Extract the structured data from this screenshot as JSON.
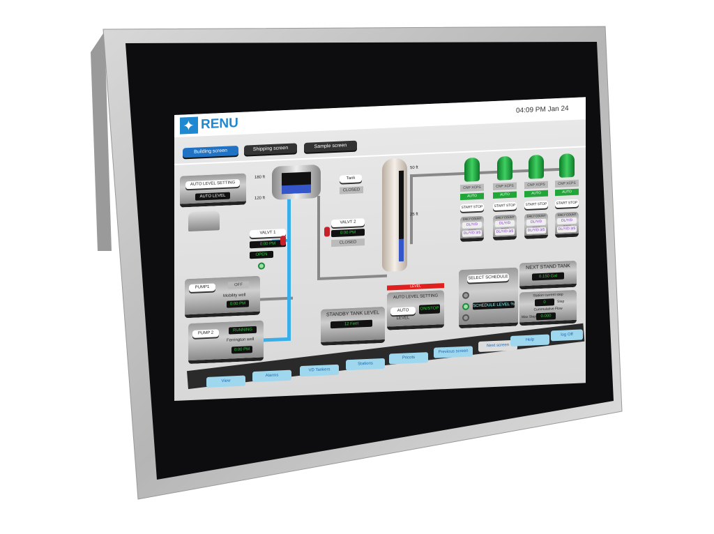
{
  "header": {
    "brand": "RENU",
    "datetime": "04:09 PM Jan 24"
  },
  "tabs": [
    {
      "label": "Building screen",
      "active": true
    },
    {
      "label": "Shipping screen"
    },
    {
      "label": "Sample screen"
    }
  ],
  "auto_level": {
    "button": "AUTO LEVEL SETTING",
    "mode": "AUTO LEVEL"
  },
  "tank": {
    "label": "Tank",
    "status": "CLOSED",
    "scale_top": "180 ft",
    "scale_bottom": "120 ft",
    "level_pct": 40
  },
  "column": {
    "scale_top": "50 ft",
    "scale_mid": "25 ft",
    "level_pct": 25
  },
  "pumps_cp": [
    {
      "name": "CNP XCPS",
      "mode": "AUTO",
      "control": "START STOP",
      "count": "DAILY COUNT",
      "v1": "DL/Y/D 0002",
      "v2": "DL/Y/D 3/5"
    },
    {
      "name": "CNP XCPS",
      "mode": "AUTO",
      "control": "START STOP",
      "count": "DAILY COUNT",
      "v1": "DL/Y/D 0002",
      "v2": "DL/Y/D 3/5"
    },
    {
      "name": "CNP XCPS",
      "mode": "AUTO",
      "control": "START STOP",
      "count": "DAILY COUNT",
      "v1": "DL/Y/D 0002",
      "v2": "DL/Y/D 3/5"
    },
    {
      "name": "CNP XCPS",
      "mode": "AUTO",
      "control": "START STOP",
      "count": "DAILY COUNT",
      "v1": "DL/Y/D 0002",
      "v2": "DL/Y/D 3/5"
    }
  ],
  "valve1": {
    "label": "VALVT 1",
    "time": "0:00 PM",
    "status": "OPEN"
  },
  "valve2": {
    "label": "VALVT 2",
    "time": "0:00 PM",
    "status": "CLOSED"
  },
  "pump1": {
    "label": "PUMP1",
    "status": "OFF",
    "well": "Mobility well",
    "time": "0:00 PM"
  },
  "pump2": {
    "label": "PUMP 2",
    "status": "RUNNING",
    "well": "Ferrington well",
    "time": "0:00 PM"
  },
  "standby": {
    "title": "STANDBY TANK LEVEL",
    "value": "12 Feet"
  },
  "level_setting": {
    "banner": "LEVEL",
    "title": "AUTO LEVEL SETTING",
    "mode": "AUTO LEVEL",
    "value": "ON/STOP"
  },
  "schedule": {
    "button": "SELECT SCHEDULE",
    "value": "SCHEDULE LEVEL %"
  },
  "next_tank": {
    "title": "NEXT STAND TANK",
    "value": "0.150 Gal"
  },
  "station": {
    "label1": "Station current step",
    "value1": "0",
    "unit1": "Step",
    "label2": "Cummulative Flow",
    "label3": "Max Step",
    "value2": "0.000"
  },
  "nav": [
    "View",
    "Alarms",
    "VD Tankers",
    "Stations",
    "Pricots",
    "Previous screen",
    "Next screen",
    "Help",
    "log Off"
  ],
  "colors": {
    "brand": "#1e88d0",
    "active_tab": "#1f72c4",
    "display_text": "#2ecc40",
    "pump_green": "#22a63a",
    "nav_button": "#9fd7ef",
    "alarm_red": "#e0201c"
  }
}
